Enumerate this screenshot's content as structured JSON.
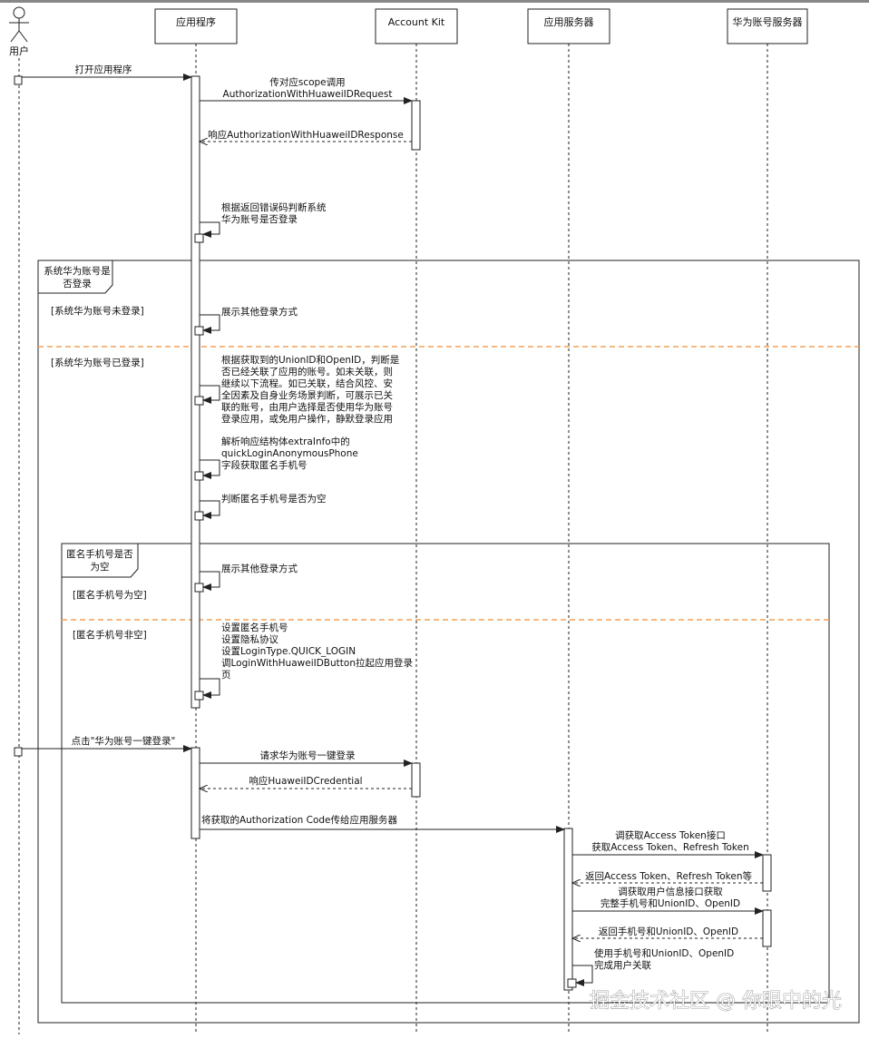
{
  "participants": {
    "user": "用户",
    "app": "应用程序",
    "kit": "Account Kit",
    "server": "应用服务器",
    "hw": "华为账号服务器"
  },
  "messages": {
    "m1": "打开应用程序",
    "m2a": "传对应scope调用",
    "m2b": "AuthorizationWithHuaweiIDRequest",
    "m3": "响应AuthorizationWithHuaweiIDResponse",
    "m4a": "根据返回错误码判断系统",
    "m4b": "华为账号是否登录",
    "m5": "展示其他登录方式",
    "m6": [
      "根据获取到的UnionID和OpenID，判断是",
      "否已经关联了应用的账号。如未关联，则",
      "继续以下流程。如已关联，结合风控、安",
      "全因素及自身业务场景判断，可展示已关",
      "联的账号，由用户选择是否使用华为账号",
      "登录应用，或免用户操作，静默登录应用"
    ],
    "m7": [
      "解析响应结构体extraInfo中的",
      "quickLoginAnonymousPhone",
      "字段获取匿名手机号"
    ],
    "m8": "判断匿名手机号是否为空",
    "m9": "展示其他登录方式",
    "m10": [
      "设置匿名手机号",
      "设置隐私协议",
      "设置LoginType.QUICK_LOGIN",
      "调LoginWithHuaweiIDButton拉起应用登录",
      "页"
    ],
    "m11": "点击\"华为账号一键登录\"",
    "m12": "请求华为账号一键登录",
    "m13": "响应HuaweiIDCredential",
    "m14": "将获取的Authorization Code传给应用服务器",
    "m15a": "调获取Access Token接口",
    "m15b": "获取Access Token、Refresh Token",
    "m16": "返回Access Token、Refresh Token等",
    "m17a": "调获取用户信息接口获取",
    "m17b": "完整手机号和UnionID、OpenID",
    "m18": "返回手机号和UnionID、OpenID",
    "m19a": "使用手机号和UnionID、OpenID",
    "m19b": "完成用户关联"
  },
  "fragments": {
    "outer_title_1": "系统华为账号是",
    "outer_title_2": "否登录",
    "outer_guard_1": "[系统华为账号未登录]",
    "outer_guard_2": "[系统华为账号已登录]",
    "inner_title_1": "匿名手机号是否",
    "inner_title_2": "为空",
    "inner_guard_1": "[匿名手机号为空]",
    "inner_guard_2": "[匿名手机号非空]"
  },
  "watermark": "掘金技术社区 @ 你眼中的光",
  "colors": {
    "line": "#222222",
    "divider": "#f4a05a",
    "topbar": "#888888"
  }
}
